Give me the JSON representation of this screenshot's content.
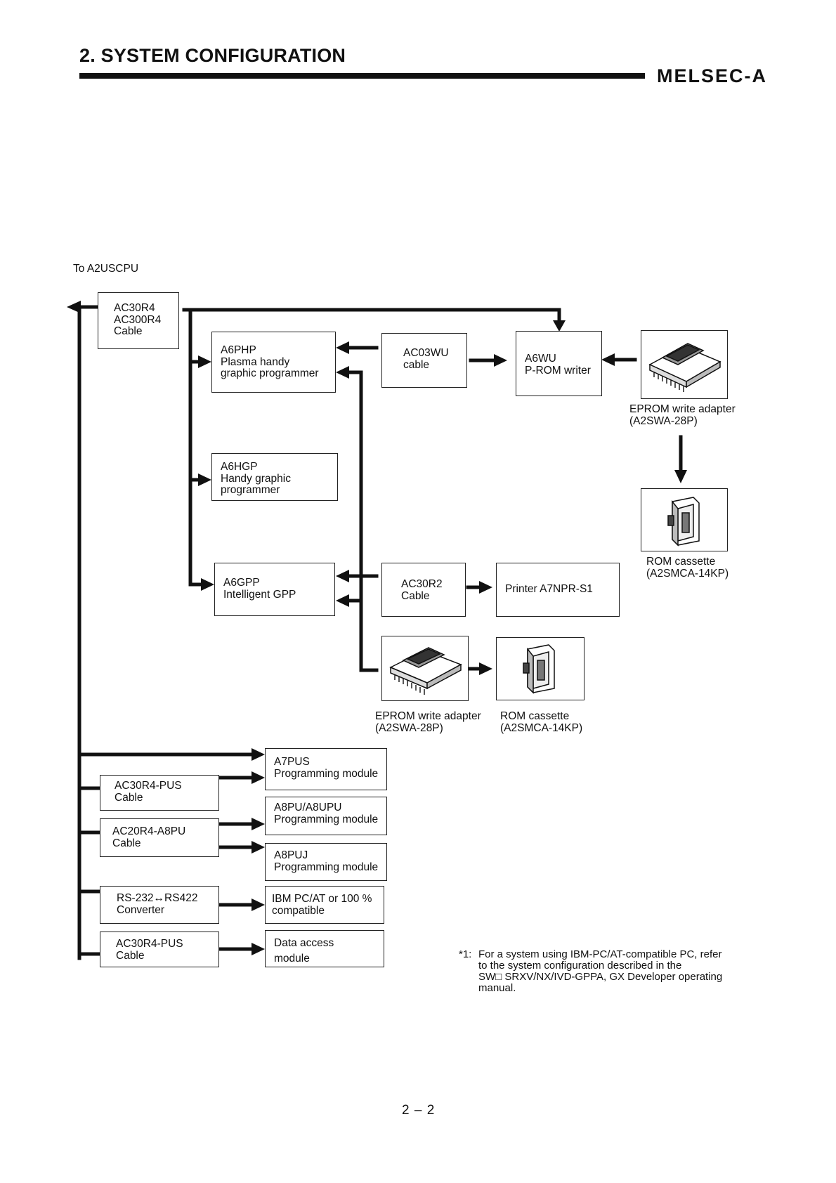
{
  "header": {
    "section_title": "2. SYSTEM CONFIGURATION",
    "brand": "MELSEC-A"
  },
  "diagram": {
    "start_label": "To A2USCPU",
    "boxes": {
      "cable_main": "AC30R4\nAC300R4\nCable",
      "a6php": "A6PHP\nPlasma handy\ngraphic programmer",
      "ac03wu": "AC03WU\ncable",
      "a6wu": "A6WU\nP-ROM writer",
      "a6hgp": "A6HGP\nHandy graphic\nprogrammer",
      "a6gpp": "A6GPP\nIntelligent GPP",
      "ac30r2": "AC30R2\nCable",
      "printer": "Printer A7NPR-S1",
      "a7pus": "A7PUS\nProgramming module",
      "ac30r4_pus": "AC30R4-PUS\nCable",
      "a8pu": "A8PU/A8UPU\nProgramming module",
      "ac20r4_a8pu": "AC20R4-A8PU\nCable",
      "a8puj": "A8PUJ\nProgramming module",
      "rs232_conv": "RS-232↔RS422\nConverter",
      "ibm_pc": "IBM PC/AT or 100 %\ncompatible",
      "ac30r4_pus_2": "AC30R4-PUS\nCable",
      "data_access": "Data access\nmodule"
    },
    "captions": {
      "eprom_adapter_top": "EPROM write adapter\n(A2SWA-28P)",
      "rom_cassette_top": "ROM cassette\n(A2SMCA-14KP)",
      "eprom_adapter_bottom": "EPROM write adapter\n(A2SWA-28P)",
      "rom_cassette_bottom": "ROM cassette\n(A2SMCA-14KP)"
    }
  },
  "footnote": {
    "mark": "*1:",
    "text": "For a system using IBM-PC/AT-compatible PC, refer\nto the system configuration described in the\nSW□ SRXV/NX/IVD-GPPA, GX Developer operating\nmanual."
  },
  "page_number": "2 – 2",
  "icons": [
    "eprom-adapter-icon",
    "rom-cassette-icon",
    "arrow-icon"
  ]
}
